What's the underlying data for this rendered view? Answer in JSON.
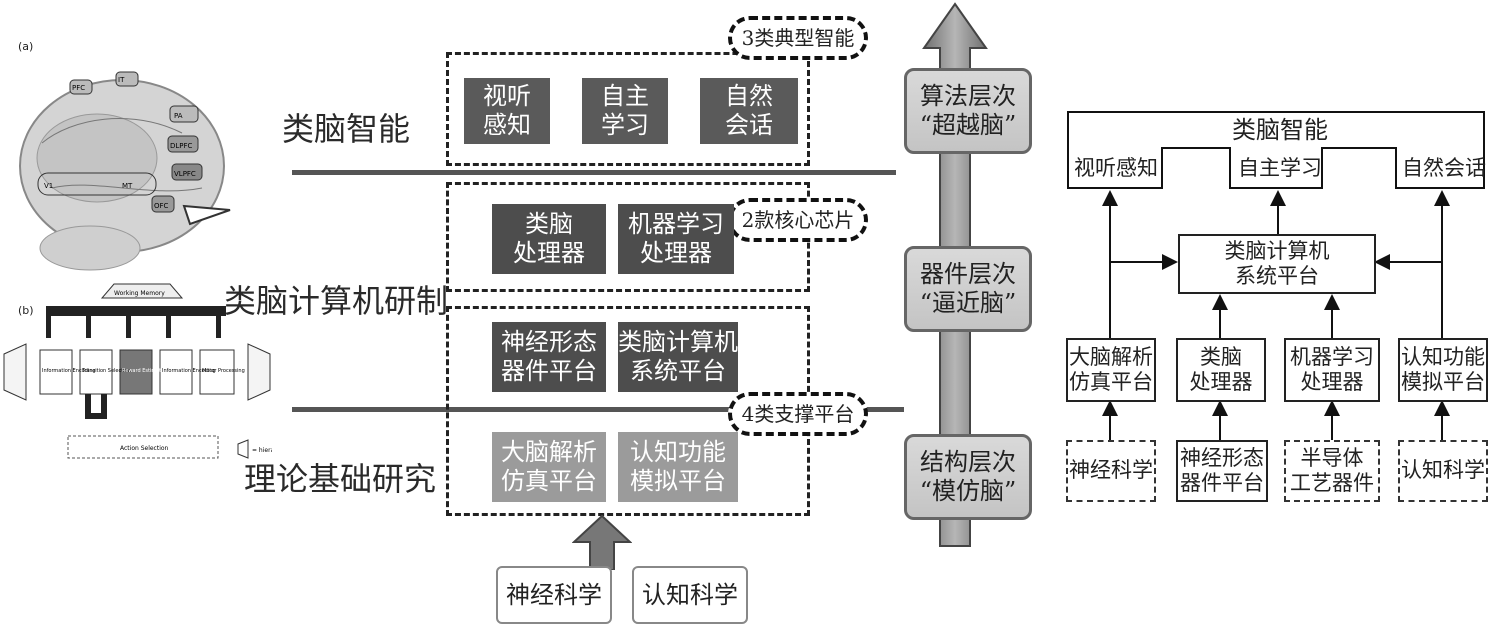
{
  "left_images": {
    "panel_a_label": "(a)",
    "panel_b_label": "(b)",
    "brain_labels": [
      "PFC",
      "IT",
      "PA",
      "DLPFC",
      "VLPFC",
      "OFC",
      "MT",
      "V1"
    ],
    "arch_labels": [
      "Working Memory",
      "Information Encoding",
      "Transition Selection",
      "Reward Estimation",
      "Information Encoding",
      "Motor Processing",
      "Action Selection"
    ],
    "hierarchy_label": "= hierarchy"
  },
  "levels": {
    "top": "类脑智能",
    "middle": "类脑计算机研制",
    "bottom": "理论基础研究"
  },
  "groups": {
    "typical": "3类典型智能",
    "chips": "2款核心芯片",
    "platforms": "4类支撑平台"
  },
  "boxes": {
    "perception": "视听\n感知",
    "learning": "自主\n学习",
    "dialogue": "自然\n会话",
    "brain_processor": "类脑\n处理器",
    "ml_processor": "机器学习\n处理器",
    "neuromorphic": "神经形态\n器件平台",
    "computer_platform": "类脑计算机\n系统平台",
    "brain_sim": "大脑解析\n仿真平台",
    "cognitive_sim": "认知功能\n模拟平台"
  },
  "sciences": {
    "neuro": "神经科学",
    "cognitive": "认知科学"
  },
  "stages": {
    "algorithm": "算法层次\n“超越脑”",
    "device": "器件层次\n“逼近脑”",
    "structure": "结构层次\n“模仿脑”"
  },
  "right_diagram": {
    "title": "类脑智能",
    "outputs": [
      "视听感知",
      "自主学习",
      "自然会话"
    ],
    "system": "类脑计算机\n系统平台",
    "components": [
      "大脑解析\n仿真平台",
      "类脑\n处理器",
      "机器学习\n处理器",
      "认知功能\n模拟平台"
    ],
    "foundations": [
      "神经科学",
      "神经形态\n器件平台",
      "半导体\n工艺器件",
      "认知科学"
    ]
  }
}
